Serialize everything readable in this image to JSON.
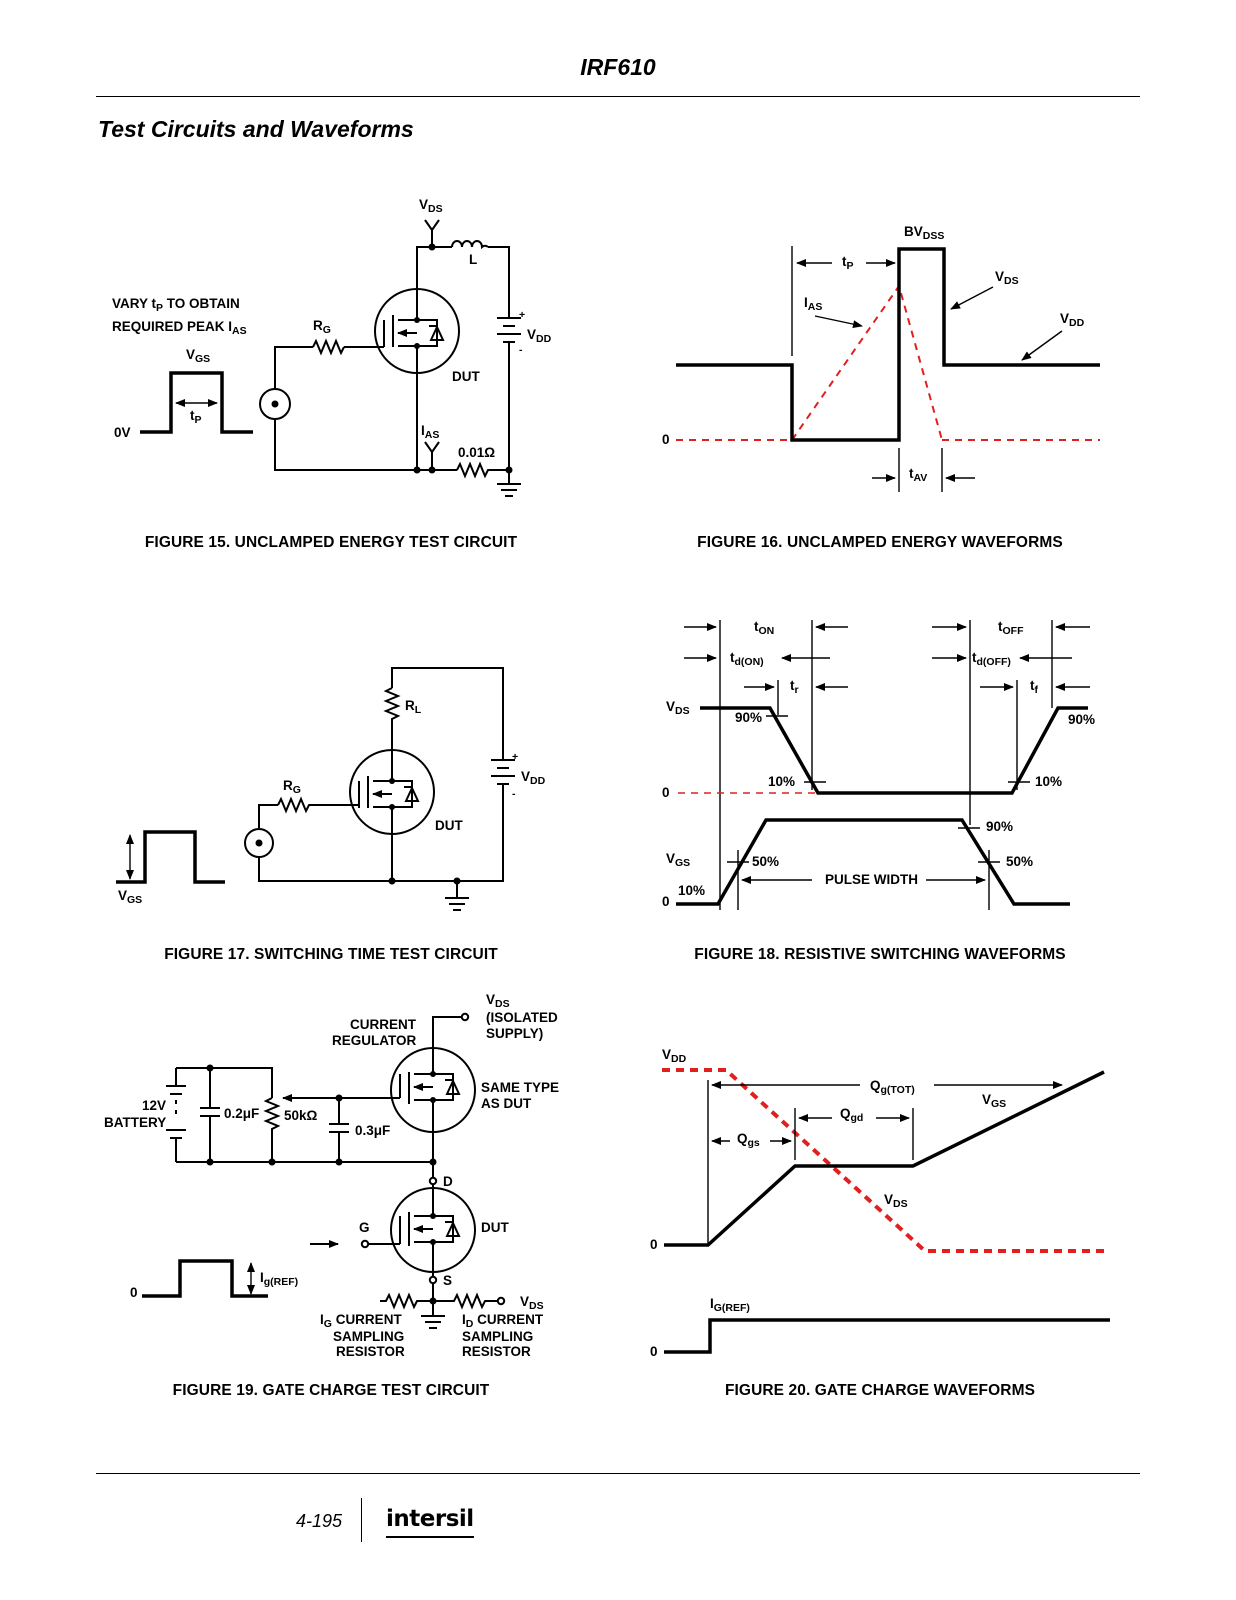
{
  "header": {
    "title": "IRF610"
  },
  "section": {
    "title": "Test Circuits and Waveforms"
  },
  "fig15": {
    "caption": "FIGURE 15.  UNCLAMPED ENERGY TEST CIRCUIT",
    "vary_line1": "VARY t",
    "vary_line1_sub": "P",
    "vary_line1_rest": " TO OBTAIN",
    "vary_line2": "REQUIRED PEAK I",
    "vary_line2_sub": "AS",
    "vgs": "V",
    "vgs_sub": "GS",
    "zero_v": "0V",
    "tp": "t",
    "tp_sub": "P",
    "rg": "R",
    "rg_sub": "G",
    "vds": "V",
    "vds_sub": "DS",
    "l": "L",
    "vdd": "V",
    "vdd_sub": "DD",
    "dut": "DUT",
    "ias": "I",
    "ias_sub": "AS",
    "res": "0.01Ω",
    "plus": "+",
    "minus": "-"
  },
  "fig16": {
    "caption": "FIGURE 16.  UNCLAMPED ENERGY WAVEFORMS",
    "bvdss": "BV",
    "bvdss_sub": "DSS",
    "tp": "t",
    "tp_sub": "P",
    "vds": "V",
    "vds_sub": "DS",
    "ias": "I",
    "ias_sub": "AS",
    "vdd": "V",
    "vdd_sub": "DD",
    "zero": "0",
    "tav": "t",
    "tav_sub": "AV"
  },
  "fig17": {
    "caption": "FIGURE 17.  SWITCHING TIME TEST CIRCUIT",
    "rl": "R",
    "rl_sub": "L",
    "rg": "R",
    "rg_sub": "G",
    "vdd": "V",
    "vdd_sub": "DD",
    "dut": "DUT",
    "vgs": "V",
    "vgs_sub": "GS",
    "plus": "+",
    "minus": "-"
  },
  "fig18": {
    "caption": "FIGURE 18.  RESISTIVE SWITCHING WAVEFORMS",
    "ton": "t",
    "ton_sub": "ON",
    "tdon": "t",
    "tdon_sub": "d(ON)",
    "tr": "t",
    "tr_sub": "r",
    "toff": "t",
    "toff_sub": "OFF",
    "tdoff": "t",
    "tdoff_sub": "d(OFF)",
    "tf": "t",
    "tf_sub": "f",
    "vds": "V",
    "vds_sub": "DS",
    "vgs": "V",
    "vgs_sub": "GS",
    "p90a": "90%",
    "p90b": "90%",
    "p90c": "90%",
    "p10a": "10%",
    "p10b": "10%",
    "p10c": "10%",
    "p50a": "50%",
    "p50b": "50%",
    "zero_a": "0",
    "zero_b": "0",
    "pulse_width": "PULSE WIDTH"
  },
  "fig19": {
    "caption": "FIGURE 19.  GATE CHARGE TEST CIRCUIT",
    "vds_top": "V",
    "vds_top_sub": "DS",
    "isolated1": "(ISOLATED",
    "isolated2": "SUPPLY)",
    "current1": "CURRENT",
    "current2": "REGULATOR",
    "same1": "SAME TYPE",
    "same2": "AS DUT",
    "battery1": "12V",
    "battery2": "BATTERY",
    "cap1": "0.2μF",
    "pot": "50kΩ",
    "cap2": "0.3μF",
    "d": "D",
    "g": "G",
    "s": "S",
    "dut": "DUT",
    "zero": "0",
    "igref": "I",
    "igref_sub": "g(REF)",
    "vds_bot": "V",
    "vds_bot_sub": "DS",
    "ig_current": "I",
    "ig_current_sub": "G",
    "ig_current_rest": " CURRENT",
    "id_current": "I",
    "id_current_sub": "D",
    "id_current_rest": " CURRENT",
    "sampling": "SAMPLING",
    "resistor": "RESISTOR"
  },
  "fig20": {
    "caption": "FIGURE 20.  GATE CHARGE WAVEFORMS",
    "vdd": "V",
    "vdd_sub": "DD",
    "qgtot": "Q",
    "qgtot_sub": "g(TOT)",
    "vgs": "V",
    "vgs_sub": "GS",
    "qgd": "Q",
    "qgd_sub": "gd",
    "qgs": "Q",
    "qgs_sub": "gs",
    "vds": "V",
    "vds_sub": "DS",
    "zero_a": "0",
    "zero_b": "0",
    "igref": "I",
    "igref_sub": "G(REF)"
  },
  "footer": {
    "page": "4-195",
    "logo": "intersil"
  },
  "colors": {
    "ink": "#000000",
    "dashed_red": "#e0201f"
  }
}
